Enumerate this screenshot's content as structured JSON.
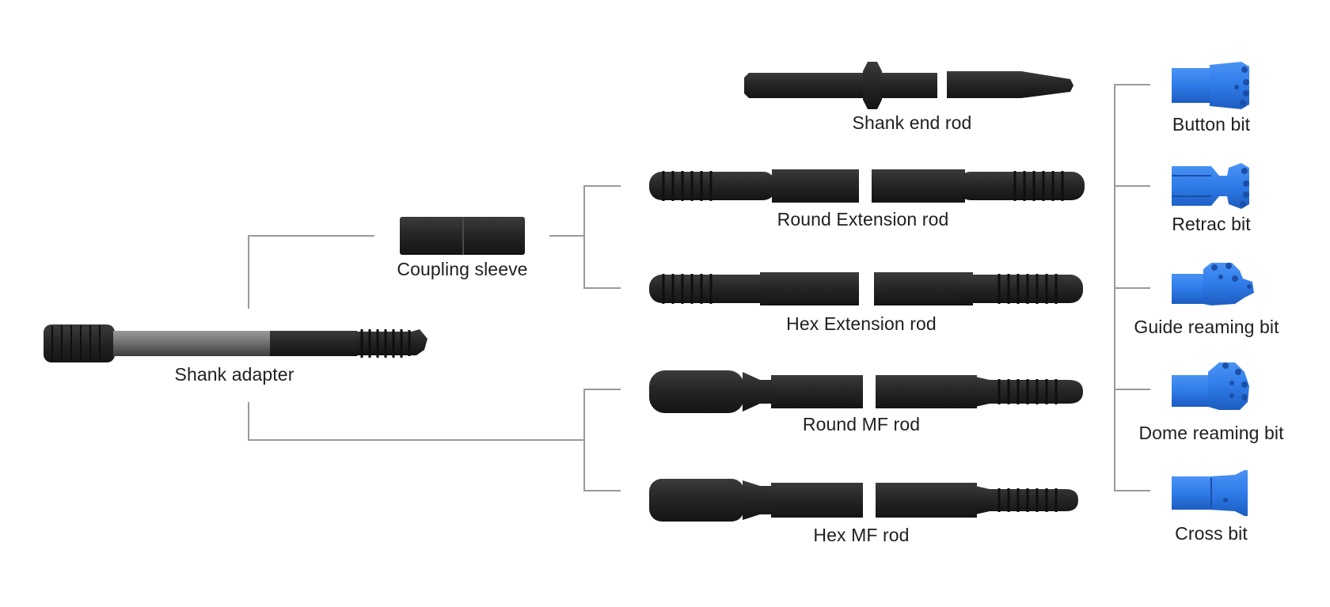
{
  "diagram": {
    "colors": {
      "connector": "#9a9a9a",
      "steel": "#262626",
      "steel_dark": "#151515",
      "steel_mid": "#3a3a3a",
      "bit_blue": "#2f7be8",
      "bit_blue_dark": "#1d5fc4"
    },
    "components": [
      {
        "id": "shank-adapter",
        "label": "Shank adapter",
        "icon": "shank-adapter-icon"
      },
      {
        "id": "coupling-sleeve",
        "label": "Coupling sleeve",
        "icon": "coupling-sleeve-icon"
      },
      {
        "id": "shank-end-rod",
        "label": "Shank end rod",
        "icon": "shank-end-rod-icon"
      },
      {
        "id": "round-extension-rod",
        "label": "Round Extension rod",
        "icon": "round-extension-rod-icon"
      },
      {
        "id": "hex-extension-rod",
        "label": "Hex Extension rod",
        "icon": "hex-extension-rod-icon"
      },
      {
        "id": "round-mf-rod",
        "label": "Round MF rod",
        "icon": "round-mf-rod-icon"
      },
      {
        "id": "hex-mf-rod",
        "label": "Hex MF rod",
        "icon": "hex-mf-rod-icon"
      },
      {
        "id": "button-bit",
        "label": "Button bit",
        "icon": "button-bit-icon"
      },
      {
        "id": "retrac-bit",
        "label": "Retrac bit",
        "icon": "retrac-bit-icon"
      },
      {
        "id": "guide-reaming-bit",
        "label": "Guide reaming bit",
        "icon": "guide-reaming-bit-icon"
      },
      {
        "id": "dome-reaming-bit",
        "label": "Dome reaming bit",
        "icon": "dome-reaming-bit-icon"
      },
      {
        "id": "cross-bit",
        "label": "Cross bit",
        "icon": "cross-bit-icon"
      }
    ],
    "connections": [
      {
        "from": "shank-adapter",
        "to": "coupling-sleeve"
      },
      {
        "from": "coupling-sleeve",
        "to": "round-extension-rod"
      },
      {
        "from": "coupling-sleeve",
        "to": "hex-extension-rod"
      },
      {
        "from": "shank-adapter",
        "to": "round-mf-rod"
      },
      {
        "from": "shank-adapter",
        "to": "hex-mf-rod"
      },
      {
        "from": "rods",
        "to": "button-bit"
      },
      {
        "from": "rods",
        "to": "retrac-bit"
      },
      {
        "from": "rods",
        "to": "guide-reaming-bit"
      },
      {
        "from": "rods",
        "to": "dome-reaming-bit"
      },
      {
        "from": "rods",
        "to": "cross-bit"
      }
    ]
  }
}
